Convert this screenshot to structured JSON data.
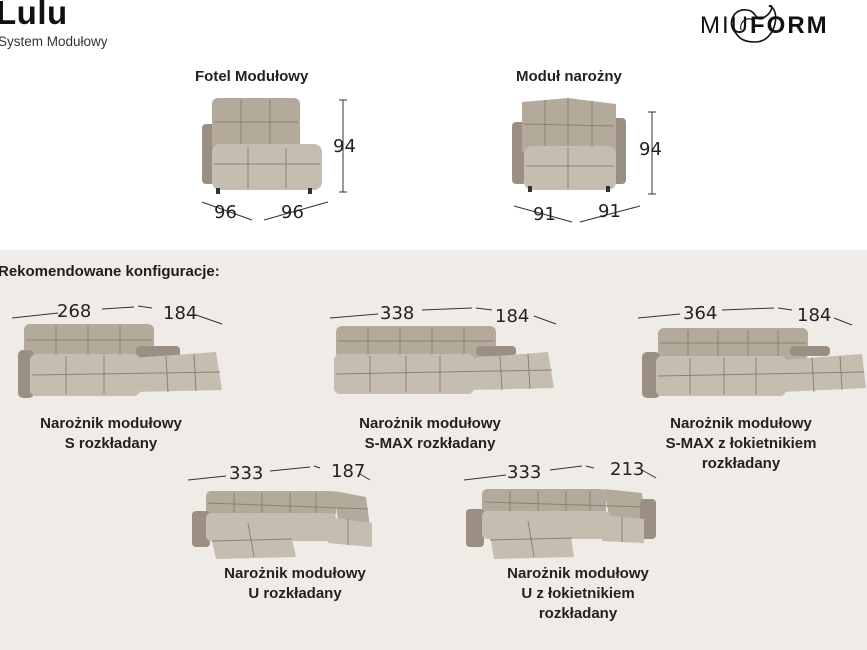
{
  "header": {
    "title": "Lulu",
    "subtitle": "System Modułowy",
    "brand_prefix": "MIU",
    "brand_suffix": "FORM"
  },
  "modules": [
    {
      "label": "Fotel Modułowy",
      "width": "96",
      "depth": "96",
      "height": "94"
    },
    {
      "label": "Moduł narożny",
      "width": "91",
      "depth": "91",
      "height": "94"
    }
  ],
  "section_heading": "Rekomendowane konfiguracje:",
  "configs": [
    {
      "dim_a": "268",
      "dim_b": "184",
      "line1": "Narożnik modułowy",
      "line2": "S rozkładany",
      "line3": ""
    },
    {
      "dim_a": "338",
      "dim_b": "184",
      "line1": "Narożnik modułowy",
      "line2": "S-MAX rozkładany",
      "line3": ""
    },
    {
      "dim_a": "364",
      "dim_b": "184",
      "line1": "Narożnik modułowy",
      "line2": "S-MAX z łokietnikiem",
      "line3": "rozkładany"
    },
    {
      "dim_a": "333",
      "dim_b": "187",
      "line1": "Narożnik modułowy",
      "line2": "U rozkładany",
      "line3": ""
    },
    {
      "dim_a": "333",
      "dim_b": "213",
      "line1": "Narożnik modułowy",
      "line2": "U z łokietnikiem",
      "line3": "rozkładany"
    }
  ],
  "colors": {
    "fabric": "#b4aa9c",
    "bottom_bg": "#efebe7"
  }
}
